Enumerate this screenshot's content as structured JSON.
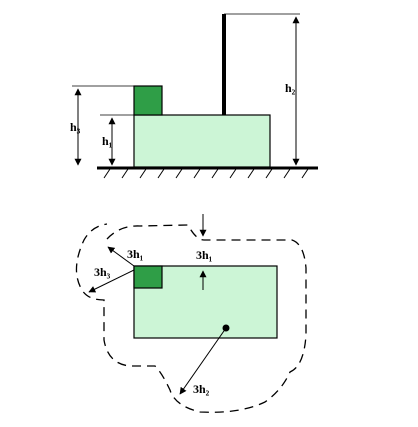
{
  "elevation_view": {
    "labels": {
      "h1": "h₁",
      "h2": "h₂",
      "h3": "h₃"
    }
  },
  "plan_view": {
    "labels": {
      "three_h1_top": "3h₁",
      "three_h1_left": "3h₁",
      "three_h3": "3h₃",
      "three_h2": "3h₂"
    }
  },
  "colors": {
    "building_fill": "#ccf5d6",
    "roof_box_fill": "#2f9e47",
    "stroke": "#000000"
  }
}
